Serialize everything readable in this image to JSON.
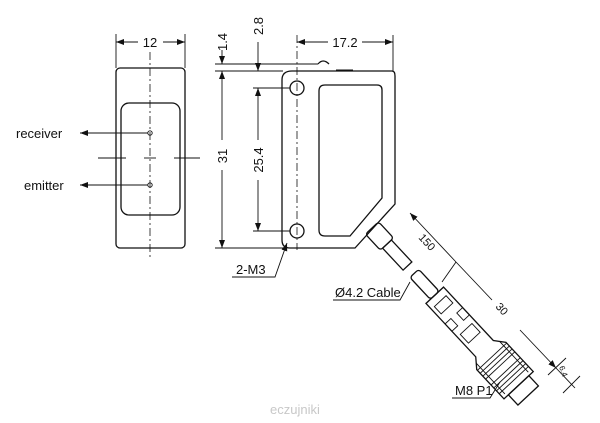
{
  "front_view": {
    "width_dim": "12",
    "labels": {
      "receiver": "receiver",
      "emitter": "emitter"
    }
  },
  "side_view": {
    "dims": {
      "top_offset_1": "1.4",
      "top_offset_2": "2.8",
      "depth": "17.2",
      "height": "31",
      "hole_spacing": "25.4"
    },
    "callouts": {
      "mount_holes": "2-M3",
      "cable": "Ø4.2 Cable",
      "thread": "M8 P1"
    },
    "cable_dims": {
      "cable_length": "150",
      "connector_length": "30",
      "connector_end": "6.4"
    }
  },
  "watermark": "eczujniki"
}
